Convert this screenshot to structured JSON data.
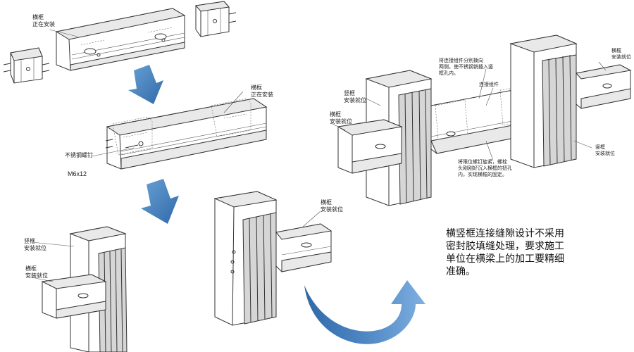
{
  "labels": {
    "step1_transom": "横框\n正在安装",
    "step2_transom": "横框\n正在安装",
    "screw_name": "不锈钢螺钉",
    "screw_size": "M6x12",
    "step3_mullion": "竖框\n安装就位",
    "step3_transom": "横框\n安装就位",
    "step4_transom": "横框\n安装就位",
    "detail_left_mullion": "竖框\n安装就位",
    "detail_left_transom": "横框\n安装就位",
    "detail_top_note": "将连接组件分别拨向\n两侧，使不锈钢销插入竖\n框孔内。",
    "detail_connector": "连接组件",
    "detail_right_transom": "横框\n安装就位",
    "detail_right_mullion": "竖框\n安装就位",
    "detail_bottom_note": "将限位螺钉旋紧，螺栓\n头刚刚好沉入横框的扭孔\n内，实现横框的固定。"
  },
  "main_note": "横竖框连接缝隙设计不采用\n密封胶填缝处理，要求施工\n单位在横梁上的加工要精细\n准确。",
  "colors": {
    "arrow_blue": "#4f87c4",
    "arrow_blue_dark": "#2f6aa8",
    "line": "#333333"
  }
}
